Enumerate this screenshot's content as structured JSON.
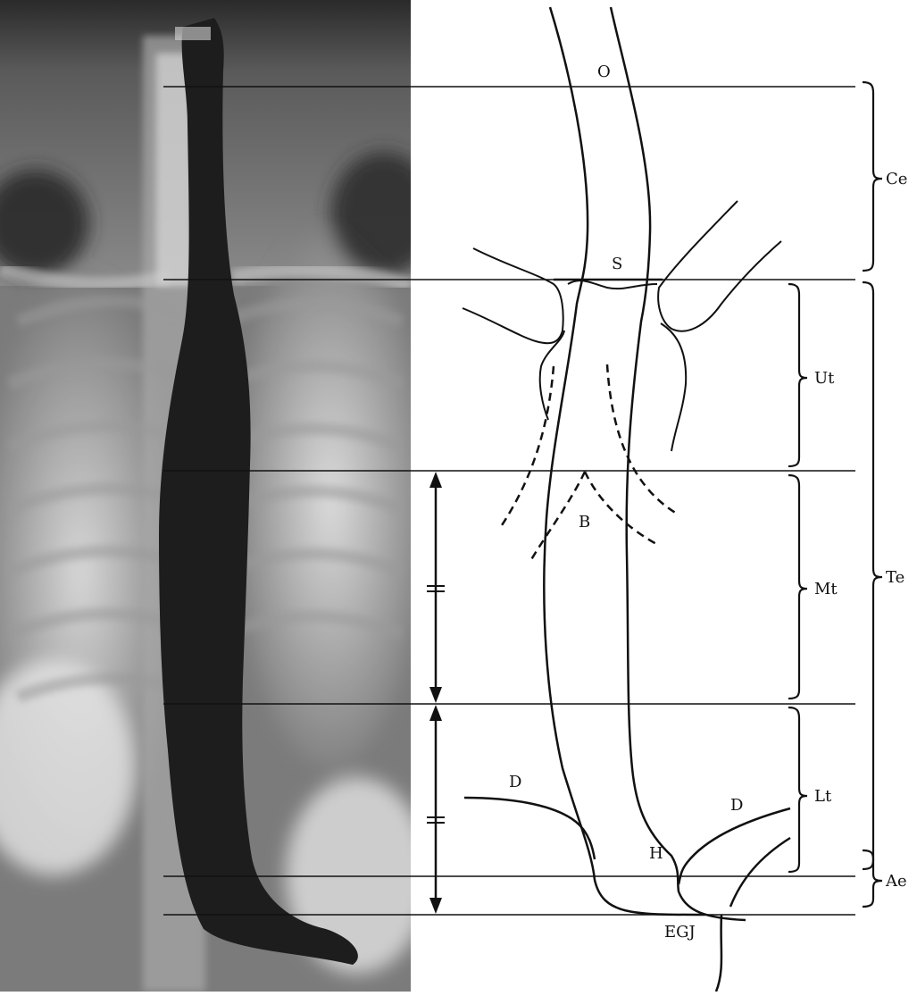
{
  "figure": {
    "landmarks": {
      "O": "O",
      "S": "S",
      "B": "B",
      "D_left": "D",
      "D_right": "D",
      "H": "H",
      "EGJ": "EGJ"
    },
    "segments": {
      "Ce": "Ce",
      "Te": "Te",
      "Ut": "Ut",
      "Mt": "Mt",
      "Lt": "Lt",
      "Ae": "Ae"
    }
  },
  "colors": {
    "ink": "#111111",
    "xray_dark": "#1c1c1c",
    "xray_light": "#c9c9c9",
    "background": "#ffffff"
  }
}
